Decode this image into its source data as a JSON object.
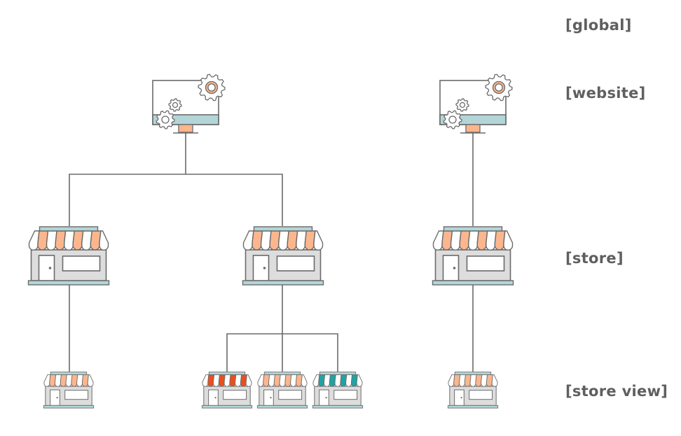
{
  "levels": {
    "global": "[global]",
    "website": "[website]",
    "store": "[store]",
    "store_view": "[store view]"
  },
  "colors": {
    "line": "#6b6b6b",
    "teal_light": "#b3d5d7",
    "orange_light": "#fbb68d",
    "store_body": "#dddddd",
    "accent_red": "#e8501f",
    "accent_teal": "#23a2a4"
  },
  "icons": {
    "website": "monitor-with-gears-icon",
    "store": "storefront-icon",
    "store_view": "storefront-icon"
  }
}
